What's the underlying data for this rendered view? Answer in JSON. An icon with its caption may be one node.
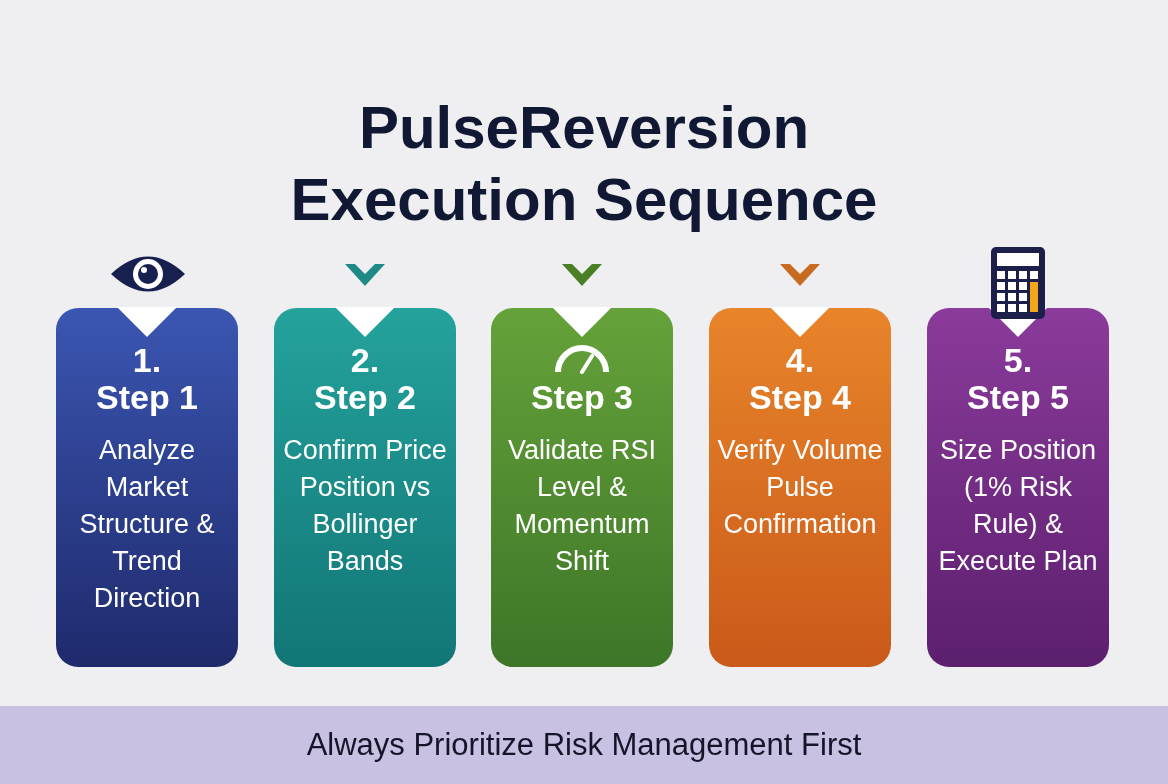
{
  "diagram": {
    "title": "PulseReversion Execution Sequence",
    "nodes": [
      {
        "text": [
          "1.",
          "Step 1",
          "Analyze Market Structure & Trend Direction"
        ]
      },
      {
        "text": [
          "2.",
          "Step 2",
          "Confirm Price Position vs Bollinger Bands"
        ]
      },
      {
        "text": [
          "Step 3",
          "Validate RSI Level & Momentum Shift"
        ]
      },
      {
        "text": [
          "4.",
          "Step 4",
          "Verify Volume Pulse Confirmation"
        ]
      },
      {
        "text": [
          "5.",
          "Step 5",
          "Size Position (1% Risk Rule) & Execute Plan"
        ]
      },
      {
        "text": [
          "Always Prioritize Risk Management First"
        ]
      }
    ],
    "edges": []
  }
}
